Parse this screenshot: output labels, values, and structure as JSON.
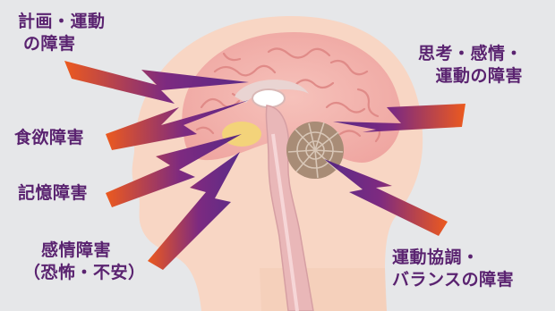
{
  "diagram": {
    "labels": {
      "planning": [
        "計画・運動",
        "の障害"
      ],
      "appetite": [
        "食欲障害"
      ],
      "memory": [
        "記憶障害"
      ],
      "emotion": [
        "感情障害",
        "（恐怖・不安）"
      ],
      "thinking": [
        "思考・感情・",
        "運動の障害"
      ],
      "coordination": [
        "運動協調・",
        "バランスの障害"
      ]
    },
    "colors": {
      "label_text": "#5a2370",
      "bolt_start": "#4a1a82",
      "bolt_end": "#ec5a1e",
      "head": "#f8d6c4",
      "brain": "#f4b3ae",
      "cerebellum": "#a88c76",
      "background": "#e6e7e9"
    }
  }
}
